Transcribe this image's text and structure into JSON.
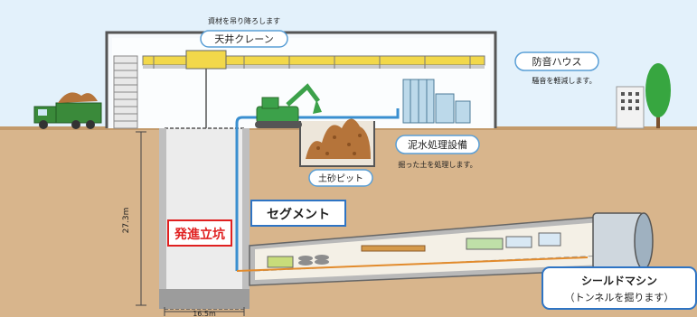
{
  "labels": {
    "crane_note": "資材を吊り降ろします",
    "crane": "天井クレーン",
    "soundproof_house": "防音ハウス",
    "soundproof_note": "騒音を軽減します。",
    "mud_treatment": "泥水処理設備",
    "mud_note": "掘った土を処理します。",
    "soil_pit": "土砂ピット",
    "segment": "セグメント",
    "launch_shaft": "発進立坑",
    "shaft_depth": "27.3m",
    "shaft_width": "16.5m",
    "shield_machine": "シールドマシン",
    "shield_note": "（トンネルを掘ります）"
  },
  "colors": {
    "sky": "#e3f1fb",
    "ground": "#d8b58c",
    "pipe": "#3a8fd0",
    "label_border": "#5a9fd6",
    "launch_border": "#e02020"
  },
  "icons": [
    "crane-hook-icon",
    "dump-truck-icon",
    "excavator-icon",
    "building-icon",
    "tree-icon"
  ]
}
